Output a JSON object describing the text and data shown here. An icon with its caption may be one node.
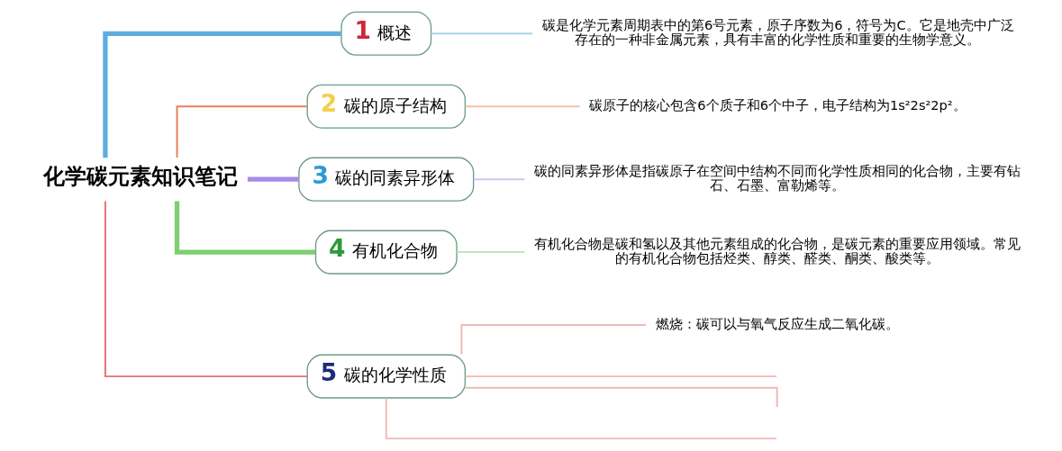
{
  "diagram": {
    "nodes": [
      {
        "text": [
          "化学碳元素知识笔记"
        ]
      },
      {
        "text": [
          "1",
          "概述"
        ]
      },
      {
        "text": [
          "2",
          "碳的原子结构"
        ]
      },
      {
        "text": [
          "3",
          "碳的同素异形体"
        ]
      },
      {
        "text": [
          "4",
          "有机化合物"
        ]
      },
      {
        "text": [
          "5",
          "碳的化学性质"
        ]
      },
      {
        "text": [
          "碳是化学元素周期表中的第6号元素，原子序数为6，符号为C。它是地壳中广泛存在的一种非金属元素，具有丰富的化学性质和重要的生物学意义。"
        ]
      },
      {
        "text": [
          "碳原子的核心包含6个质子和6个中子，电子结构为1s²2s²2p²。"
        ]
      },
      {
        "text": [
          "碳的同素异形体是指碳原子在空间中结构不同而化学性质相同的化合物，主要有钻石、石墨、富勒烯等。"
        ]
      },
      {
        "text": [
          "有机化合物是碳和氢以及其他元素组成的化合物，是碳元素的重要应用领域。常见的有机化合物包括烃类、醇类、醛类、酮类、酸类等。"
        ]
      },
      {
        "text": [
          "燃烧：碳可以与氧气反应生成二氧化碳。"
        ]
      }
    ],
    "edges": [
      {
        "from": 0,
        "to": 1,
        "arrow": "none",
        "style": "thick",
        "color": "#5dade2"
      },
      {
        "from": 0,
        "to": 2,
        "arrow": "none",
        "color": "#e8825a"
      },
      {
        "from": 0,
        "to": 3,
        "arrow": "none",
        "style": "thick",
        "color": "#a78be8"
      },
      {
        "from": 0,
        "to": 4,
        "arrow": "none",
        "style": "thick",
        "color": "#7dcf6f"
      },
      {
        "from": 0,
        "to": 5,
        "arrow": "none",
        "color": "#e57373"
      },
      {
        "from": 1,
        "to": 6,
        "arrow": "none",
        "color": "#a9d3ee"
      },
      {
        "from": 2,
        "to": 7,
        "arrow": "none",
        "color": "#f4c0ab"
      },
      {
        "from": 3,
        "to": 8,
        "arrow": "none",
        "color": "#d2c5f3"
      },
      {
        "from": 4,
        "to": 9,
        "arrow": "none",
        "color": "#bee7b7"
      },
      {
        "from": 5,
        "to": 10,
        "arrow": "none",
        "color": "#f0b9b9"
      },
      {
        "from": 5,
        "to": null,
        "arrow": "none",
        "color": "#f0b9b9"
      },
      {
        "from": 5,
        "to": null,
        "arrow": "none",
        "color": "#f0b9b9"
      },
      {
        "from": 5,
        "to": null,
        "arrow": "none",
        "color": "#f0b9b9"
      }
    ]
  }
}
